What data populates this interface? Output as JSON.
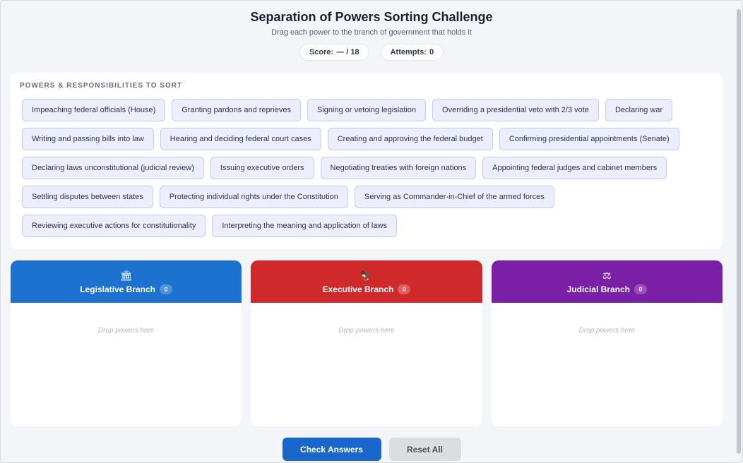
{
  "header": {
    "title": "Separation of Powers Sorting Challenge",
    "subtitle": "Drag each power to the branch of government that holds it"
  },
  "stats": {
    "score_label": "Score:",
    "score_value": "— / 18",
    "attempts_label": "Attempts:",
    "attempts_value": "0"
  },
  "pool": {
    "title": "POWERS & RESPONSIBILITIES TO SORT",
    "items": [
      "Impeaching federal officials (House)",
      "Granting pardons and reprieves",
      "Signing or vetoing legislation",
      "Overriding a presidential veto with 2/3 vote",
      "Declaring war",
      "Writing and passing bills into law",
      "Hearing and deciding federal court cases",
      "Creating and approving the federal budget",
      "Confirming presidential appointments (Senate)",
      "Declaring laws unconstitutional (judicial review)",
      "Issuing executive orders",
      "Negotiating treaties with foreign nations",
      "Appointing federal judges and cabinet members",
      "Settling disputes between states",
      "Protecting individual rights under the Constitution",
      "Serving as Commander-in-Chief of the armed forces",
      "Reviewing executive actions for constitutionality",
      "Interpreting the meaning and application of laws"
    ]
  },
  "branches": [
    {
      "key": "leg",
      "icon": "🏛",
      "icon_name": "capitol-building-icon",
      "name": "Legislative Branch",
      "count": "0",
      "hint": "Drop powers here",
      "color": "#1d72cf"
    },
    {
      "key": "exe",
      "icon": "🦅",
      "icon_name": "eagle-icon",
      "name": "Executive Branch",
      "count": "0",
      "hint": "Drop powers here",
      "color": "#d0292b"
    },
    {
      "key": "jud",
      "icon": "⚖",
      "icon_name": "scales-icon",
      "name": "Judicial Branch",
      "count": "0",
      "hint": "Drop powers here",
      "color": "#7b1fa6"
    }
  ],
  "actions": {
    "check_label": "Check Answers",
    "reset_label": "Reset All"
  }
}
